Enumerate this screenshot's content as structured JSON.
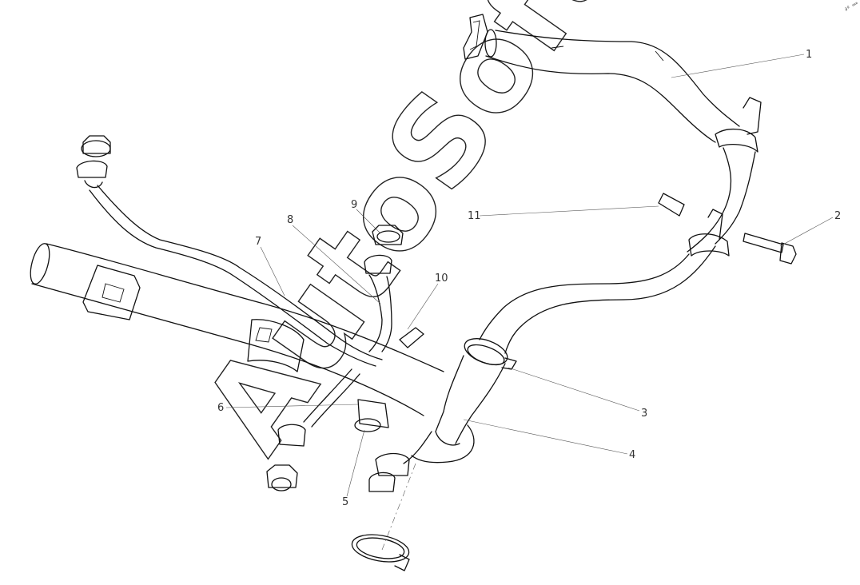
{
  "diagram": {
    "watermark": "AutoSoft.",
    "corner_mark": "∂º ∞∞",
    "callouts": [
      "1",
      "2",
      "3",
      "4",
      "5",
      "6",
      "7",
      "8",
      "9",
      "10",
      "11"
    ]
  },
  "colors": {
    "line": "#111111",
    "leader": "#555555",
    "text": "#333333",
    "background": "#ffffff"
  }
}
